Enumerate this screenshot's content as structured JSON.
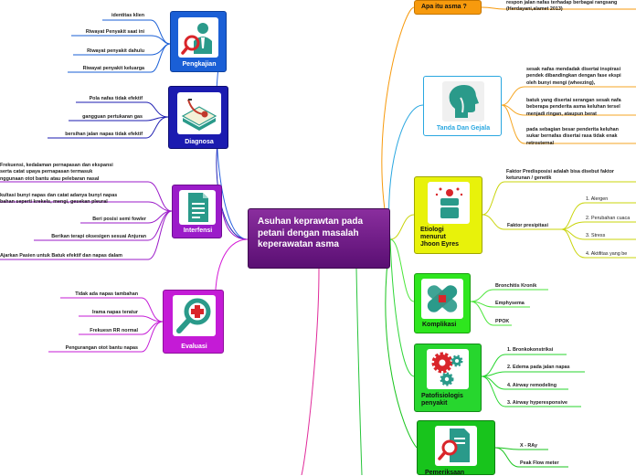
{
  "center": {
    "title": "Asuhan keprawtan pada petani dengan masalah keperawatan asma"
  },
  "pengkajian": {
    "label": "Pengkajian",
    "icon": "doctor-magnifier-icon",
    "items": [
      "identitas klien",
      "Riwayat Penyakit saat ini",
      "Riwayat penyakit dahulu",
      "Riwayat penyakit keluarga"
    ]
  },
  "diagnosa": {
    "label": "Diagnosa",
    "icon": "book-stethoscope-icon",
    "items": [
      "Pola nafas tidak efektif",
      "gangguan pertukaran gas",
      "bersihan jalan napas tidak efektif"
    ]
  },
  "interfensi": {
    "label": "Interfensi",
    "icon": "document-icon",
    "items": [
      "Frekuensi, kedalaman pernapasan dan ekspansi\nserta catat upaya pernapasan termasuk\nnggunaan otot bantu atau pelebaran nasal",
      "kultasi bunyi napas dan catat adanya bunyi napas\nbahan seperti krekels, mengi, gesekan pleural",
      "Beri posisi semi fowler",
      "Berikan terapi oksesigen sesuai Anjuran",
      "Ajarkan Pasien untuk Batuk efektif dan napas dalam"
    ]
  },
  "evaluasi": {
    "label": "Evaluasi",
    "icon": "medical-magnifier-icon",
    "items": [
      "Tidak ada napas tambahan",
      "Irama napas teratur",
      "Frekuesn RR normal",
      "Pengurangan otot bantu napas"
    ]
  },
  "apa_itu_asma": {
    "label": "Apa itu asma ?",
    "desc": "respon jalan nafas terhadap berbagai rangsang\n(Herdayani,alamet 2013)"
  },
  "tanda": {
    "label": "Tanda Dan Gejala",
    "icon": "head-profile-icon",
    "items": [
      "sesak nafas mendadak disertai inspirasi\npendek dibandingkan dengan fase ekspi\noleh bunyi mengi (wheezing),",
      "batuk yang disertai serangan sesak nafa\nbeberapa penderita asma keluhan tersel\nmenjadi ringan, ataupun berat",
      "pada sebagian besar penderita keluhan\nsukar bernafas disertai rasa tidak enak\nretrosternal"
    ]
  },
  "etiologi": {
    "label": "Etiologi\nmenurut\nJhoon Eyres",
    "icon": "allergen-icon",
    "faktor_predisposisi": "Faktor Predisposisi adalah bisa disebut faktor\nketurunan / genetik",
    "faktor_presipitasi": "Faktor presipitasi",
    "presipitasi_items": [
      "1. Alergen",
      "2. Perubahan cuaca",
      "3. Stress",
      "4. Aktifitas yang be"
    ]
  },
  "komplikasi": {
    "label": "Komplikasi",
    "icon": "bandage-icon",
    "items": [
      "Bronchitis Kronik",
      "Emphysema",
      "PPOK"
    ]
  },
  "patofisiologis": {
    "label": "Patofisiologis\npenyakit",
    "icon": "gears-icon",
    "items": [
      "1. Bronkokonstriksi",
      "2. Edema pada jalan napas",
      "4. Airway remodeling",
      "3. Airway hyperesponsive"
    ]
  },
  "pemeriksaan": {
    "label": "Pemeriksaan",
    "icon": "document-magnifier-icon",
    "items": [
      "X - RAy",
      "Peak Flow meter"
    ]
  },
  "colors": {
    "center": "#6a1b82",
    "pengkajian": "#1a5fd6",
    "diagnosa": "#1b1bb0",
    "interfensi": "#9b1bc9",
    "evaluasi": "#c41bd6",
    "apa_itu_asma": "#f79a0d",
    "tanda": "#ffffff",
    "etiologi": "#e8f20a",
    "komplikasi": "#2ee61e",
    "patofisiologis": "#27d62e",
    "pemeriksaan": "#18c41c"
  }
}
